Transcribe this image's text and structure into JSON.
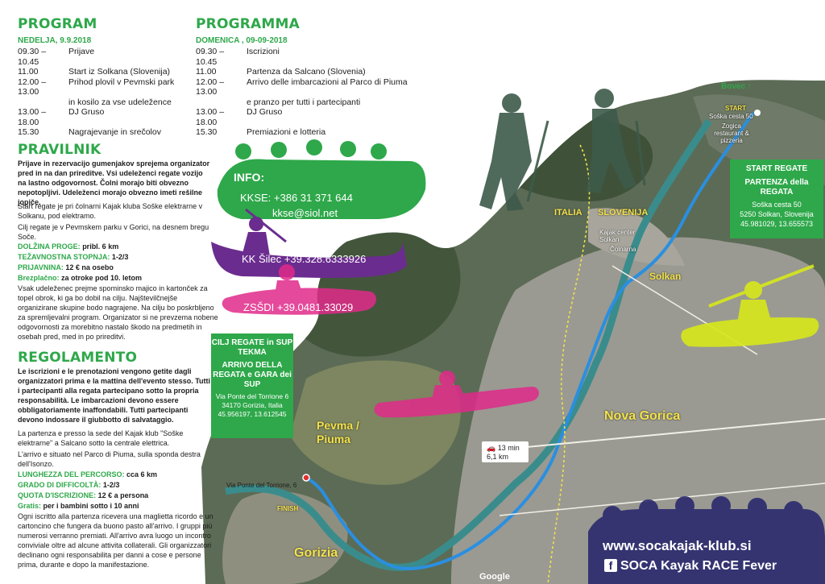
{
  "program_sl": {
    "title": "PROGRAM",
    "day": "NEDELJA, 9.9.2018",
    "rows": [
      {
        "time": "09.30 – 10.45",
        "event": "Prijave"
      },
      {
        "time": "11.00",
        "event": "Start iz Solkana (Slovenija)"
      },
      {
        "time": "12.00 – 13.00",
        "event": "Prihod plovil v Pevmski park"
      },
      {
        "time": "",
        "event": "in kosilo za vse udeležence"
      },
      {
        "time": "13.00 – 18.00",
        "event": "DJ Gruso"
      },
      {
        "time": "15.30",
        "event": "Nagrajevanje in srečolov"
      }
    ]
  },
  "program_it": {
    "title": "PROGRAMMA",
    "day": "DOMENICA , 09-09-2018",
    "rows": [
      {
        "time": "09.30 – 10.45",
        "event": "Iscrizioni"
      },
      {
        "time": "11.00",
        "event": "Partenza da Salcano (Slovenia)"
      },
      {
        "time": "12.00 – 13.00",
        "event": "Arrivo delle imbarcazioni al Parco di Piuma"
      },
      {
        "time": "",
        "event": "e pranzo per tutti i partecipanti"
      },
      {
        "time": "13.00 – 18.00",
        "event": "DJ Gruso"
      },
      {
        "time": "15.30",
        "event": "Premiazioni e lotteria"
      }
    ]
  },
  "pravilnik": {
    "title": "PRAVILNIK",
    "p1": "Prijave in rezervacijo gumenjakov sprejema organizator pred in na dan prireditve. Vsi udeleženci regate vozijo na lastno odgovornost. Čolni morajo biti obvezno nepotopljivi. Udeleženci morajo obvezno imeti rešilne jopiče.",
    "p2": "Start regate je pri čolnarni Kajak kluba Soške elektrarne v Solkanu, pod elektramo.",
    "p3": "Cilj regate je v Pevmskem parku v Gorici, na desnem bregu Soče.",
    "length_label": "DOLŽINA PROGE:",
    "length_value": "pribl. 6 km",
    "difficulty_label": "TEŽAVNOSTNA STOPNJA:",
    "difficulty_value": "1-2/3",
    "fee_label": "PRIJAVNINA:",
    "fee_value": "12 € na osebo",
    "free_label": "Brezplačno:",
    "free_value": "za otroke pod 10. letom",
    "p4": "Vsak udeleženec prejme spominsko majico in kartonček za topel obrok, ki ga bo dobil na cilju. Najštevilčnejše organizirane skupine bodo nagrajene. Na cilju bo poskrbljeno za spremljevalni program. Organizator si ne prevzema nobene odgovornosti za morebitno nastalo škodo na predmetih in osebah pred, med in po prireditvi."
  },
  "regolamento": {
    "title": "REGOLAMENTO",
    "p1": "Le iscrizioni e le prenotazioni vengono getite dagli organizzatori prima e la mattina dell'evento stesso. Tutti i partecipanti alla regata partecipano sotto la propria responsabilità. Le imbarcazioni devono essere obbligatoriamente inaffondabili. Tutti partecipanti devono indossare il giubbotto di salvataggio.",
    "p2": "La partenza e presso la sede del Kajak klub \"Soške elektrarne\" a Salcano sotto la centrale elettrica.",
    "p3": "L'arrivo e situato nel Parco di Piuma, sulla sponda destra dell'Isonzo.",
    "length_label": "LUNGHEZZA DEL PERCORSO:",
    "length_value": "cca 6 km",
    "difficulty_label": "GRADO DI DIFFICOLTÀ:",
    "difficulty_value": "1-2/3",
    "fee_label": "QUOTA D'ISCRIZIONE:",
    "fee_value": "12 € a persona",
    "free_label": "Gratis:",
    "free_value": "per i bambini sotto i 10 anni",
    "p4": "Ogni iscritto alla partenza ricevera una maglietta ricordo e un cartoncino che fungera da buono pasto all'arrivo. I gruppi più numerosi verranno premiati. All'arrivo avra luogo un incontro conviviale oltre ad alcune attivita collaterali. Gli organizzatori declinano ogni responsabilita per danni a cose e persone prima, durante e dopo la manifestazione."
  },
  "contacts": {
    "info_title": "INFO:",
    "kkse_phone": "KKSE: +386 31 371 644",
    "kkse_email": "kkse@siol.net",
    "silec": "KK Šilec +39.328.6333926",
    "zssdi": "ZSŠDI +39.0481.33029"
  },
  "start_box": {
    "title_sl": "START REGATE",
    "title_it": "PARTENZA della REGATA",
    "address": "Soška cesta 50",
    "city": "5250 Solkan, Slovenija",
    "coords": "45.981029, 13.655573"
  },
  "finish_box": {
    "title_sl": "CILJ REGATE in SUP TEKMA",
    "title_it": "ARRIVO DELLA REGATA e GARA dei SUP",
    "address": "Via Ponte del Torrione 6",
    "city": "34170 Gorizia, Italia",
    "coords": "45.956197, 13.612545"
  },
  "map_labels": {
    "bovec": "Bovec ↑",
    "start": "START",
    "start_addr": "Soška cesta 50",
    "zogica": "Zogica restaurant & pizzeria",
    "italia": "ITALIA",
    "slovenija": "SLOVENIJA",
    "kajak_center": "Kajak center Solkan",
    "colnarna": "Čolnarna",
    "solkan": "Solkan",
    "nova_gorica": "Nova Gorica",
    "pevma": "Pevma / Piuma",
    "gorizia": "Gorizia",
    "via_ponte": "Via Ponte del Torrione, 6",
    "finish": "FINISH",
    "route_time": "13 min",
    "route_dist": "6,1 km",
    "google": "Google"
  },
  "footer": {
    "website": "www.socakajak-klub.si",
    "facebook": "SOCA Kayak RACE Fever",
    "fb_icon_letter": "f"
  },
  "colors": {
    "green": "#2ea84a",
    "purple": "#6b2c8f",
    "magenta": "#e02a8a",
    "lime": "#d7e81a",
    "teal": "#2f7d7a",
    "route": "#2a8fe0",
    "navy": "#2b2a6e"
  }
}
